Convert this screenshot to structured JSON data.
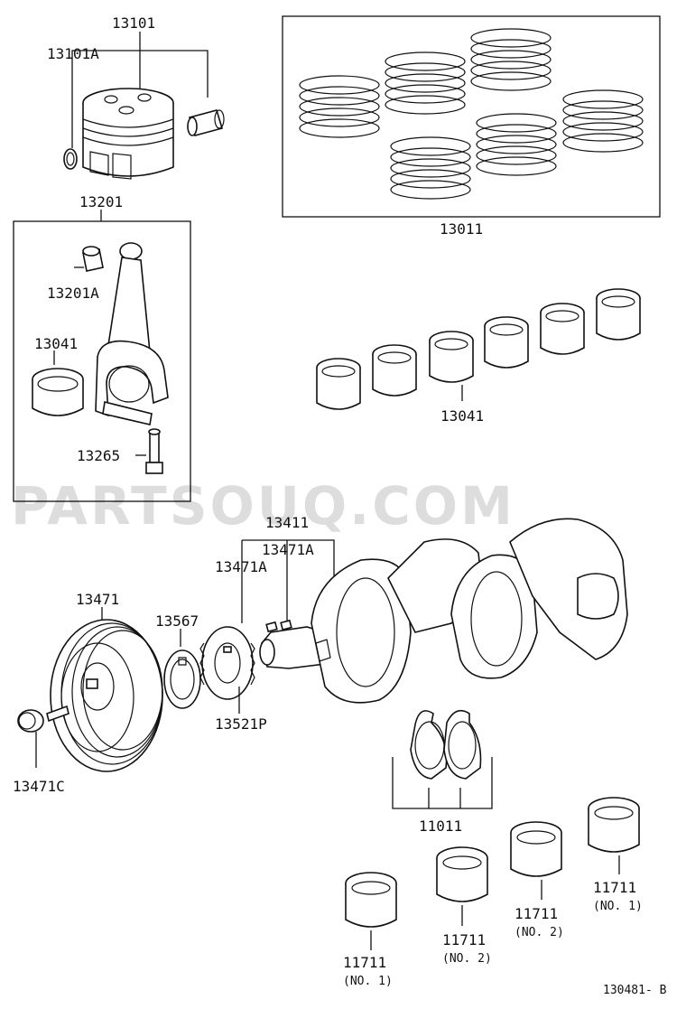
{
  "watermark": "PARTSOUQ.COM",
  "figure_code": "130481- B",
  "labels": {
    "l13101": "13101",
    "l13101A": "13101A",
    "l13011": "13011",
    "l13201": "13201",
    "l13201A": "13201A",
    "l13041_left": "13041",
    "l13041_right": "13041",
    "l13265": "13265",
    "l13411": "13411",
    "l13471A_a": "13471A",
    "l13471A_b": "13471A",
    "l13471": "13471",
    "l13567": "13567",
    "l13521P": "13521P",
    "l13471C": "13471C",
    "l11011": "11011",
    "l11711_1": "11711",
    "l11711_2": "11711",
    "l11711_3": "11711",
    "l11711_4": "11711"
  },
  "notes": {
    "n1": "(NO. 1)",
    "n2": "(NO. 2)",
    "n3": "(NO. 2)",
    "n4": "(NO. 1)"
  }
}
